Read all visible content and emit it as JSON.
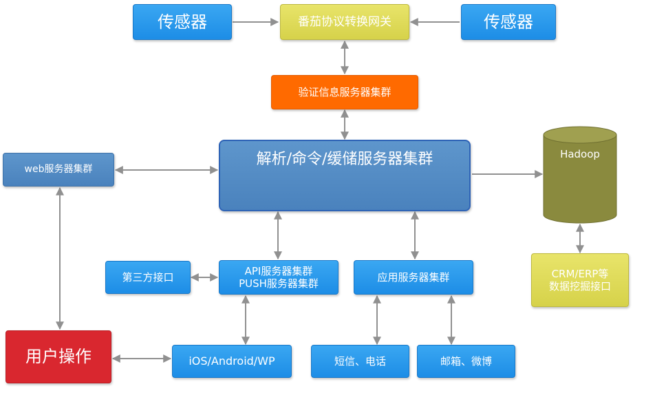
{
  "colors": {
    "blue": "#1d8de6",
    "steel": "#4a82bd",
    "yellow": "#d6d24a",
    "orange": "#ff6a00",
    "red": "#d9272f",
    "olive": "#8a8a3e",
    "connector": "#909090"
  },
  "nodes": {
    "sensor_left": "传感器",
    "gateway": "番茄协议转换网关",
    "sensor_right": "传感器",
    "auth_cluster": "验证信息服务器集群",
    "web_cluster": "web服务器集群",
    "core_cluster": "解析/命令/缓储服务器集群",
    "hadoop": "Hadoop",
    "crm_line1": "CRM/ERP等",
    "crm_line2": "数据挖掘接口",
    "third_party": "第三方接口",
    "api_line1": "API服务器集群",
    "api_line2": "PUSH服务器集群",
    "app_cluster": "应用服务器集群",
    "user_ops": "用户操作",
    "mobile": "iOS/Android/WP",
    "sms": "短信、电话",
    "mail": "邮箱、微博"
  }
}
